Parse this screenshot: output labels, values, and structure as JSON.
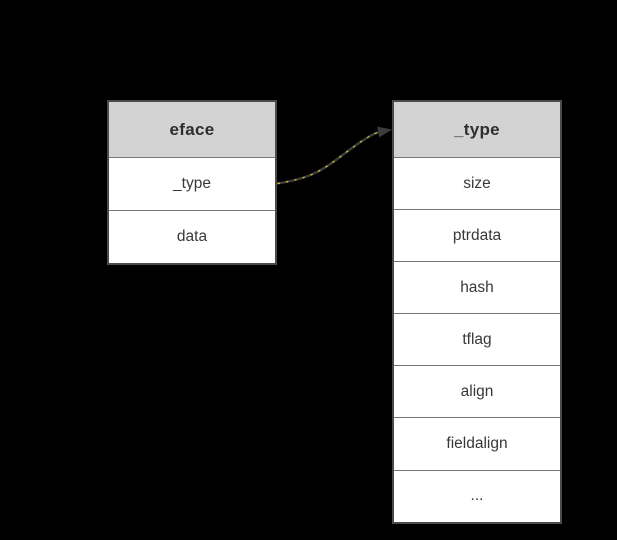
{
  "canvas": {
    "background": "#000000"
  },
  "colors": {
    "table_header_fill": "#d3d3d3",
    "table_cell_fill": "#ffffff",
    "table_border": "#4b4b4b",
    "row_separator": "#787878",
    "text": "#383838",
    "arrow_line_dark": "#3d3d3d",
    "arrow_dash_yellow": "#d2c41e"
  },
  "eface_table": {
    "title": "eface",
    "fields": [
      "_type",
      "data"
    ]
  },
  "type_table": {
    "title": "_type",
    "fields": [
      "size",
      "ptrdata",
      "hash",
      "tflag",
      "align",
      "fieldalign",
      "..."
    ]
  },
  "arrow": {
    "from_field": "_type",
    "to_table": "_type",
    "style": "curved dark line with yellow dashes, right-pointing arrowhead"
  }
}
